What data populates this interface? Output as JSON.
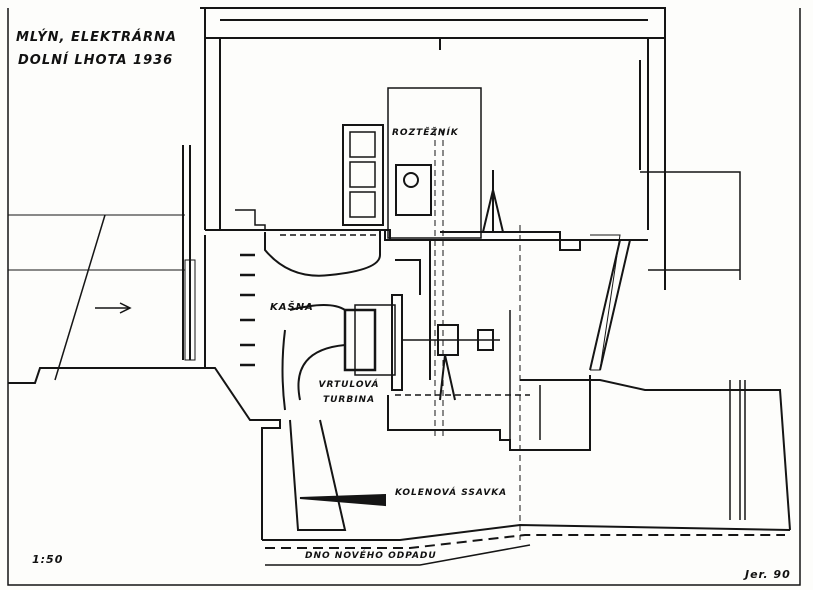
{
  "title": {
    "line1": "MLÝN, ELEKTRÁRNA",
    "line2": "DOLNÍ LHOTA 1936"
  },
  "labels": {
    "governor": "ROZTĚŽNÍK",
    "flume": "KAŠNA",
    "turbine": "VRTULOVÁ TURBINA",
    "draft_tube": "KOLENOVÁ SSAVKA",
    "tailrace_bottom": "DNO NOVÉHO ODPADU"
  },
  "scale": "1:50",
  "signature": "Jer. 90"
}
